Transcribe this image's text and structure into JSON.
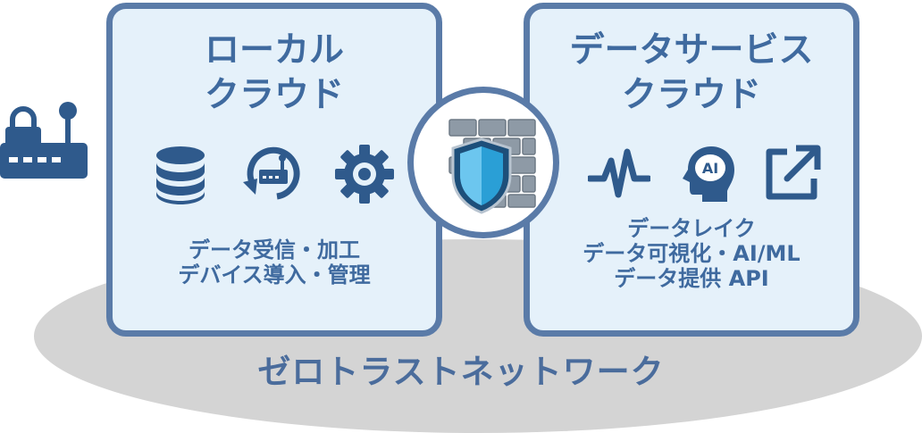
{
  "network": {
    "label": "ゼロトラストネットワーク"
  },
  "local_cloud": {
    "title_lines": [
      "ローカル",
      "クラウド"
    ],
    "icons": [
      "database-icon",
      "device-sync-icon",
      "gear-icon"
    ],
    "description_lines": [
      "データ受信・加工",
      "デバイス導入・管理"
    ]
  },
  "data_service_cloud": {
    "title_lines": [
      "データサービス",
      "クラウド"
    ],
    "icons": [
      "pulse-icon",
      "ai-head-icon",
      "external-link-icon"
    ],
    "description_lines": [
      "データレイク",
      "データ可視化・AI/ML",
      "データ提供 API"
    ],
    "ai_icon_text": "AI"
  },
  "colors": {
    "accent": "#4a6c9c",
    "border": "#5a7ba8",
    "card_bg": "#e5f1fa",
    "ellipse": "#d4d4d4",
    "icon": "#2f5a8c"
  }
}
